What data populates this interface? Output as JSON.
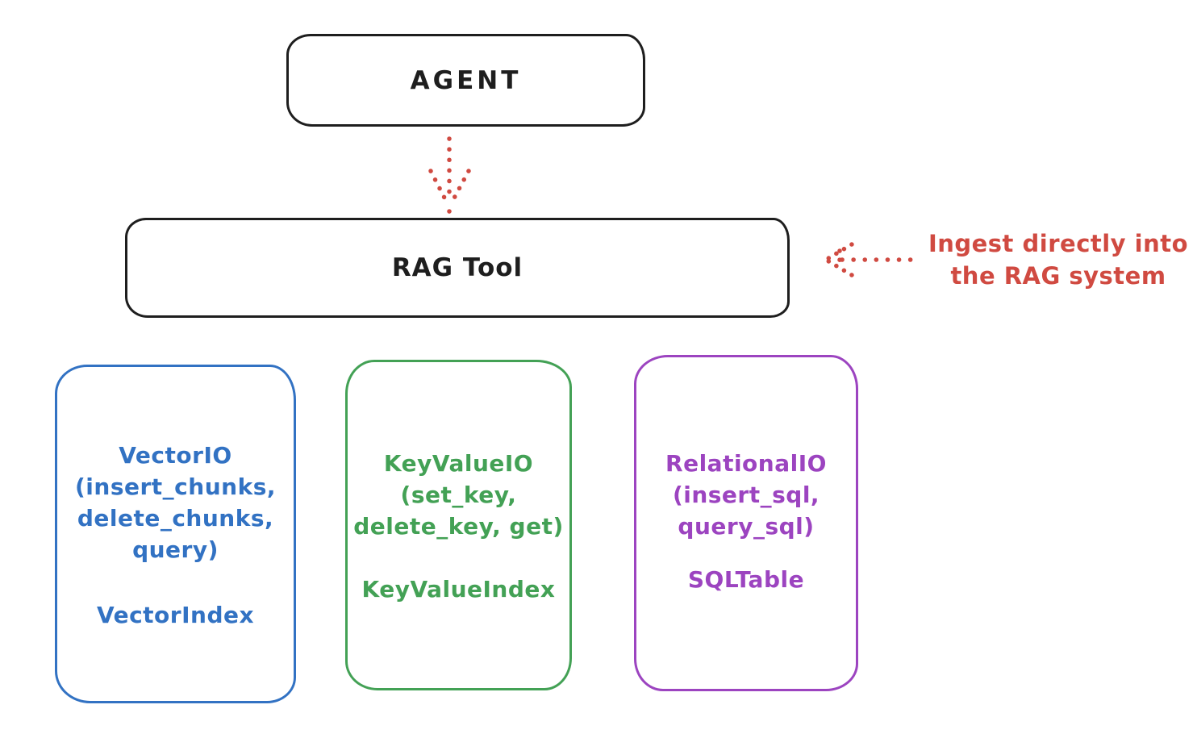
{
  "diagram": {
    "agent": {
      "label": "AGENT"
    },
    "rag_tool": {
      "label": "RAG Tool"
    },
    "annotation": {
      "line1": "Ingest directly into",
      "line2": "the RAG system"
    },
    "cards": [
      {
        "id": "vector-io",
        "color": "#3272c3",
        "lines": [
          "VectorIO",
          "(insert_chunks,",
          "delete_chunks,",
          "query)"
        ],
        "footer": "VectorIndex"
      },
      {
        "id": "keyvalue-io",
        "color": "#43a155",
        "lines": [
          "KeyValueIO",
          "(set_key,",
          "delete_key, get)"
        ],
        "footer": "KeyValueIndex"
      },
      {
        "id": "relational-io",
        "color": "#9c44c0",
        "lines": [
          "RelationalIO",
          "(insert_sql,",
          "query_sql)"
        ],
        "footer": "SQLTable"
      }
    ],
    "colors": {
      "stroke_black": "#1e1e1e",
      "accent_red": "#d04a41",
      "blue": "#3272c3",
      "green": "#43a155",
      "purple": "#9c44c0",
      "background": "#ffffff"
    }
  }
}
